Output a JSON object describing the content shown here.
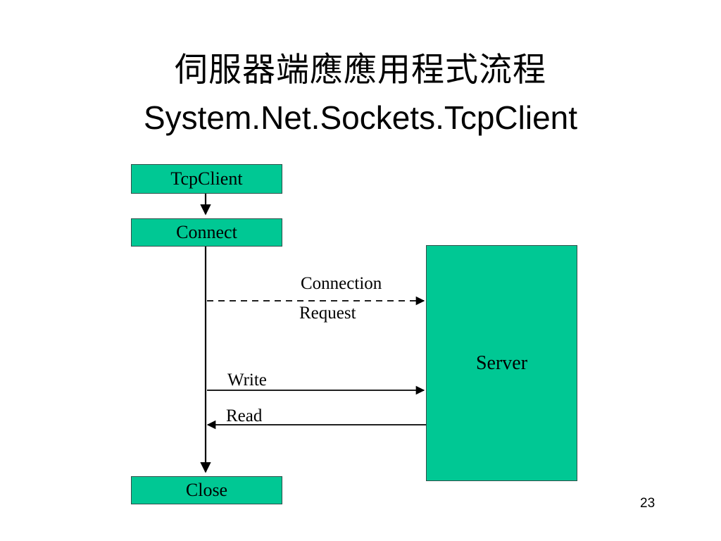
{
  "slide": {
    "title_cjk": "伺服器端應應用程式流程",
    "title_sub": "System.Net.Sockets.TcpClient",
    "page_number": "23",
    "background_color": "#ffffff"
  },
  "colors": {
    "node_fill": "#00c894",
    "node_border": "#2f4f4a",
    "text": "#000000",
    "connector": "#000000"
  },
  "diagram": {
    "type": "sequence-flow",
    "nodes": [
      {
        "id": "tcpclient",
        "label": "TcpClient",
        "fill": "#00c894"
      },
      {
        "id": "connect",
        "label": "Connect",
        "fill": "#00c894"
      },
      {
        "id": "close",
        "label": "Close",
        "fill": "#00c894"
      },
      {
        "id": "server",
        "label": "Server",
        "fill": "#00c894"
      }
    ],
    "edges": [
      {
        "id": "connection-request",
        "label_line1": "Connection",
        "label_line2": "Request",
        "style": "dashed",
        "direction": "client-to-server"
      },
      {
        "id": "write",
        "label_line1": "Write",
        "label_line2": "",
        "style": "solid",
        "direction": "client-to-server"
      },
      {
        "id": "read",
        "label_line1": "Read",
        "label_line2": "",
        "style": "solid",
        "direction": "server-to-client"
      }
    ]
  },
  "labels": {
    "connection": "Connection",
    "request": "Request",
    "write": "Write",
    "read": "Read"
  }
}
